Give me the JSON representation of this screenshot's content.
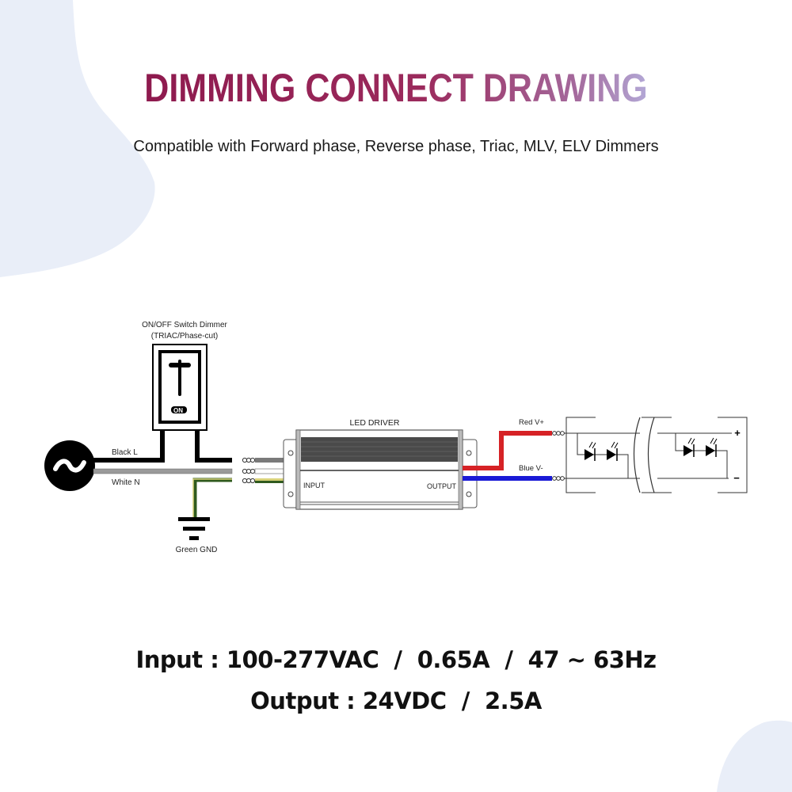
{
  "header": {
    "title": "DIMMING CONNECT DRAWING",
    "subtitle": "Compatible with Forward phase, Reverse phase, Triac, MLV, ELV Dimmers"
  },
  "colors": {
    "title_start": "#8e1a4e",
    "title_end": "#b3a8d6",
    "background_blob": "#e9eef8",
    "wire_red": "#e3262b",
    "wire_blue": "#1a1ad6",
    "wire_green": "#2f5a1e",
    "wire_yellow": "#d8d27a"
  },
  "diagram": {
    "dimmer_label_line1": "ON/OFF Switch Dimmer",
    "dimmer_label_line2": "(TRIAC/Phase-cut)",
    "switch_text": "ON",
    "ac_source_symbol": "~",
    "wire_black_label": "Black L",
    "wire_white_label": "White N",
    "ground_label": "Green GND",
    "driver_title": "LED DRIVER",
    "driver_input_label": "INPUT",
    "driver_output_label": "OUTPUT",
    "wire_red_label": "Red V+",
    "wire_blue_label": "Blue V-",
    "plus_symbol": "+",
    "minus_symbol": "−"
  },
  "specs": {
    "input": "Input : 100-277VAC  /  0.65A  /  47 ~ 63Hz",
    "output": "Output : 24VDC  /  2.5A"
  }
}
